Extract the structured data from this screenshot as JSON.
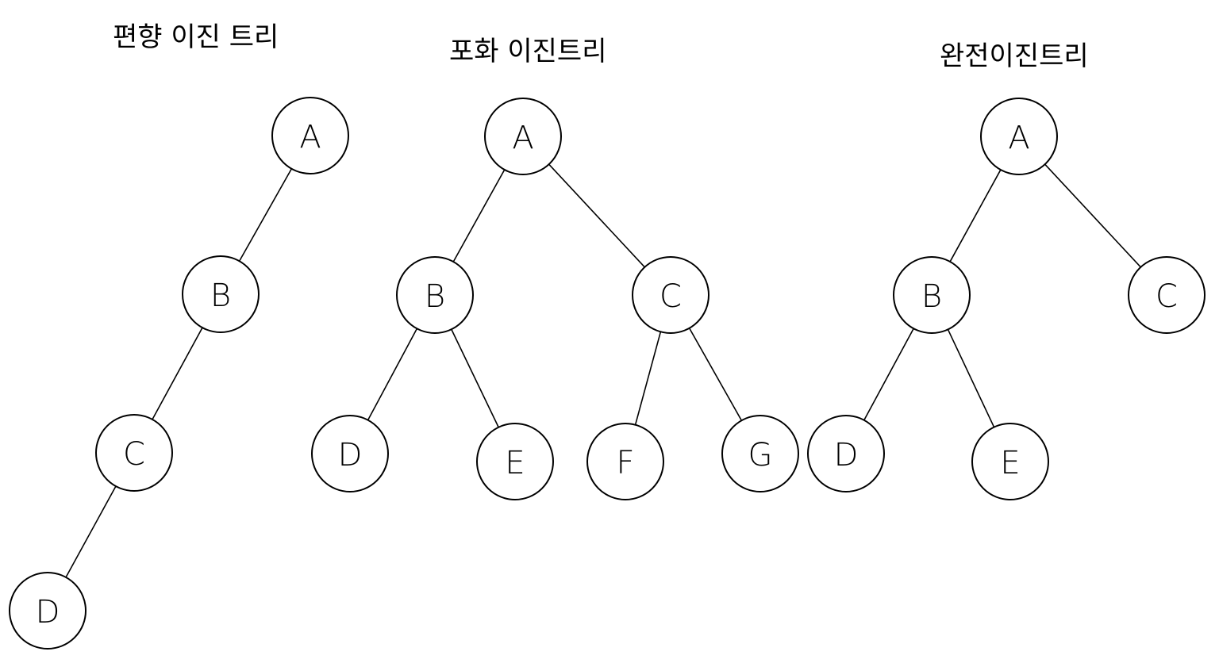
{
  "diagrams": [
    {
      "title": "편향 이진 트리",
      "nodes": [
        {
          "id": "A",
          "label": "A"
        },
        {
          "id": "B",
          "label": "B"
        },
        {
          "id": "C",
          "label": "C"
        },
        {
          "id": "D",
          "label": "D"
        }
      ],
      "edges": [
        [
          "A",
          "B"
        ],
        [
          "B",
          "C"
        ],
        [
          "C",
          "D"
        ]
      ]
    },
    {
      "title": "포화 이진트리",
      "nodes": [
        {
          "id": "A",
          "label": "A"
        },
        {
          "id": "B",
          "label": "B"
        },
        {
          "id": "C",
          "label": "C"
        },
        {
          "id": "D",
          "label": "D"
        },
        {
          "id": "E",
          "label": "E"
        },
        {
          "id": "F",
          "label": "F"
        },
        {
          "id": "G",
          "label": "G"
        }
      ],
      "edges": [
        [
          "A",
          "B"
        ],
        [
          "A",
          "C"
        ],
        [
          "B",
          "D"
        ],
        [
          "B",
          "E"
        ],
        [
          "C",
          "F"
        ],
        [
          "C",
          "G"
        ]
      ]
    },
    {
      "title": "완전이진트리",
      "nodes": [
        {
          "id": "A",
          "label": "A"
        },
        {
          "id": "B",
          "label": "B"
        },
        {
          "id": "C",
          "label": "C"
        },
        {
          "id": "D",
          "label": "D"
        },
        {
          "id": "E",
          "label": "E"
        }
      ],
      "edges": [
        [
          "A",
          "B"
        ],
        [
          "A",
          "C"
        ],
        [
          "B",
          "D"
        ],
        [
          "B",
          "E"
        ]
      ]
    }
  ]
}
